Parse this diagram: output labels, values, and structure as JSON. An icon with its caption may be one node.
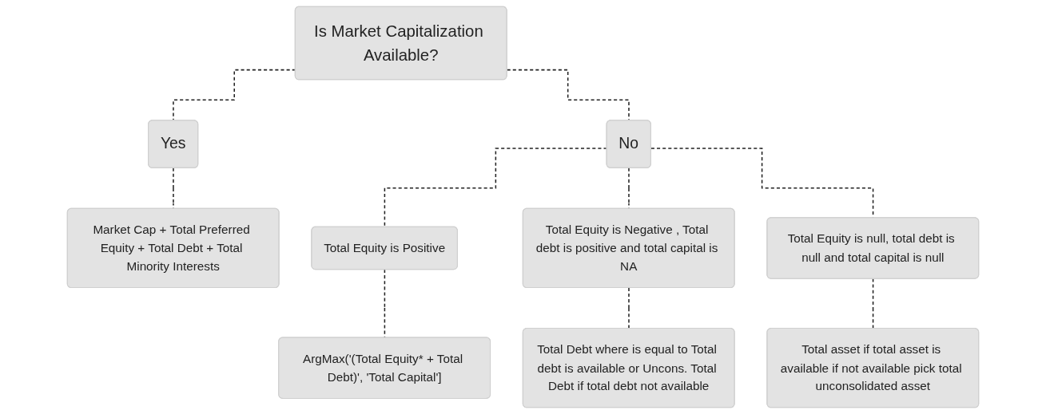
{
  "diagram": {
    "nodes": [
      {
        "text": [
          "Is Market Capitalization Available?"
        ]
      },
      {
        "text": [
          "Yes"
        ]
      },
      {
        "text": [
          "No"
        ]
      },
      {
        "text": [
          "Market Cap + Total Preferred Equity + Total Debt + Total Minority Interests"
        ]
      },
      {
        "text": [
          "Total Equity is Positive"
        ]
      },
      {
        "text": [
          "Total Equity is Negative , Total debt is positive and total capital is NA"
        ]
      },
      {
        "text": [
          "Total Equity is null, total debt is null and total capital is null"
        ]
      },
      {
        "text": [
          "ArgMax('(Total Equity* + Total Debt)', 'Total Capital']"
        ]
      },
      {
        "text": [
          "Total Debt where is equal to Total debt is available or Uncons. Total Debt if total debt not available"
        ]
      },
      {
        "text": [
          "Total asset if total asset is available if not available pick total unconsolidated asset"
        ]
      }
    ],
    "edges": [
      {
        "from": 0,
        "to": 1,
        "arrow": "none",
        "style": "dashed"
      },
      {
        "from": 0,
        "to": 2,
        "arrow": "none",
        "style": "dashed"
      },
      {
        "from": 1,
        "to": 3,
        "arrow": "none",
        "style": "dashed"
      },
      {
        "from": 2,
        "to": 4,
        "arrow": "none",
        "style": "dashed"
      },
      {
        "from": 2,
        "to": 5,
        "arrow": "none",
        "style": "dashed"
      },
      {
        "from": 2,
        "to": 6,
        "arrow": "none",
        "style": "dashed"
      },
      {
        "from": 4,
        "to": 7,
        "arrow": "none",
        "style": "dashed"
      },
      {
        "from": 5,
        "to": 8,
        "arrow": "none",
        "style": "dashed"
      },
      {
        "from": 6,
        "to": 9,
        "arrow": "none",
        "style": "dashed"
      }
    ]
  }
}
